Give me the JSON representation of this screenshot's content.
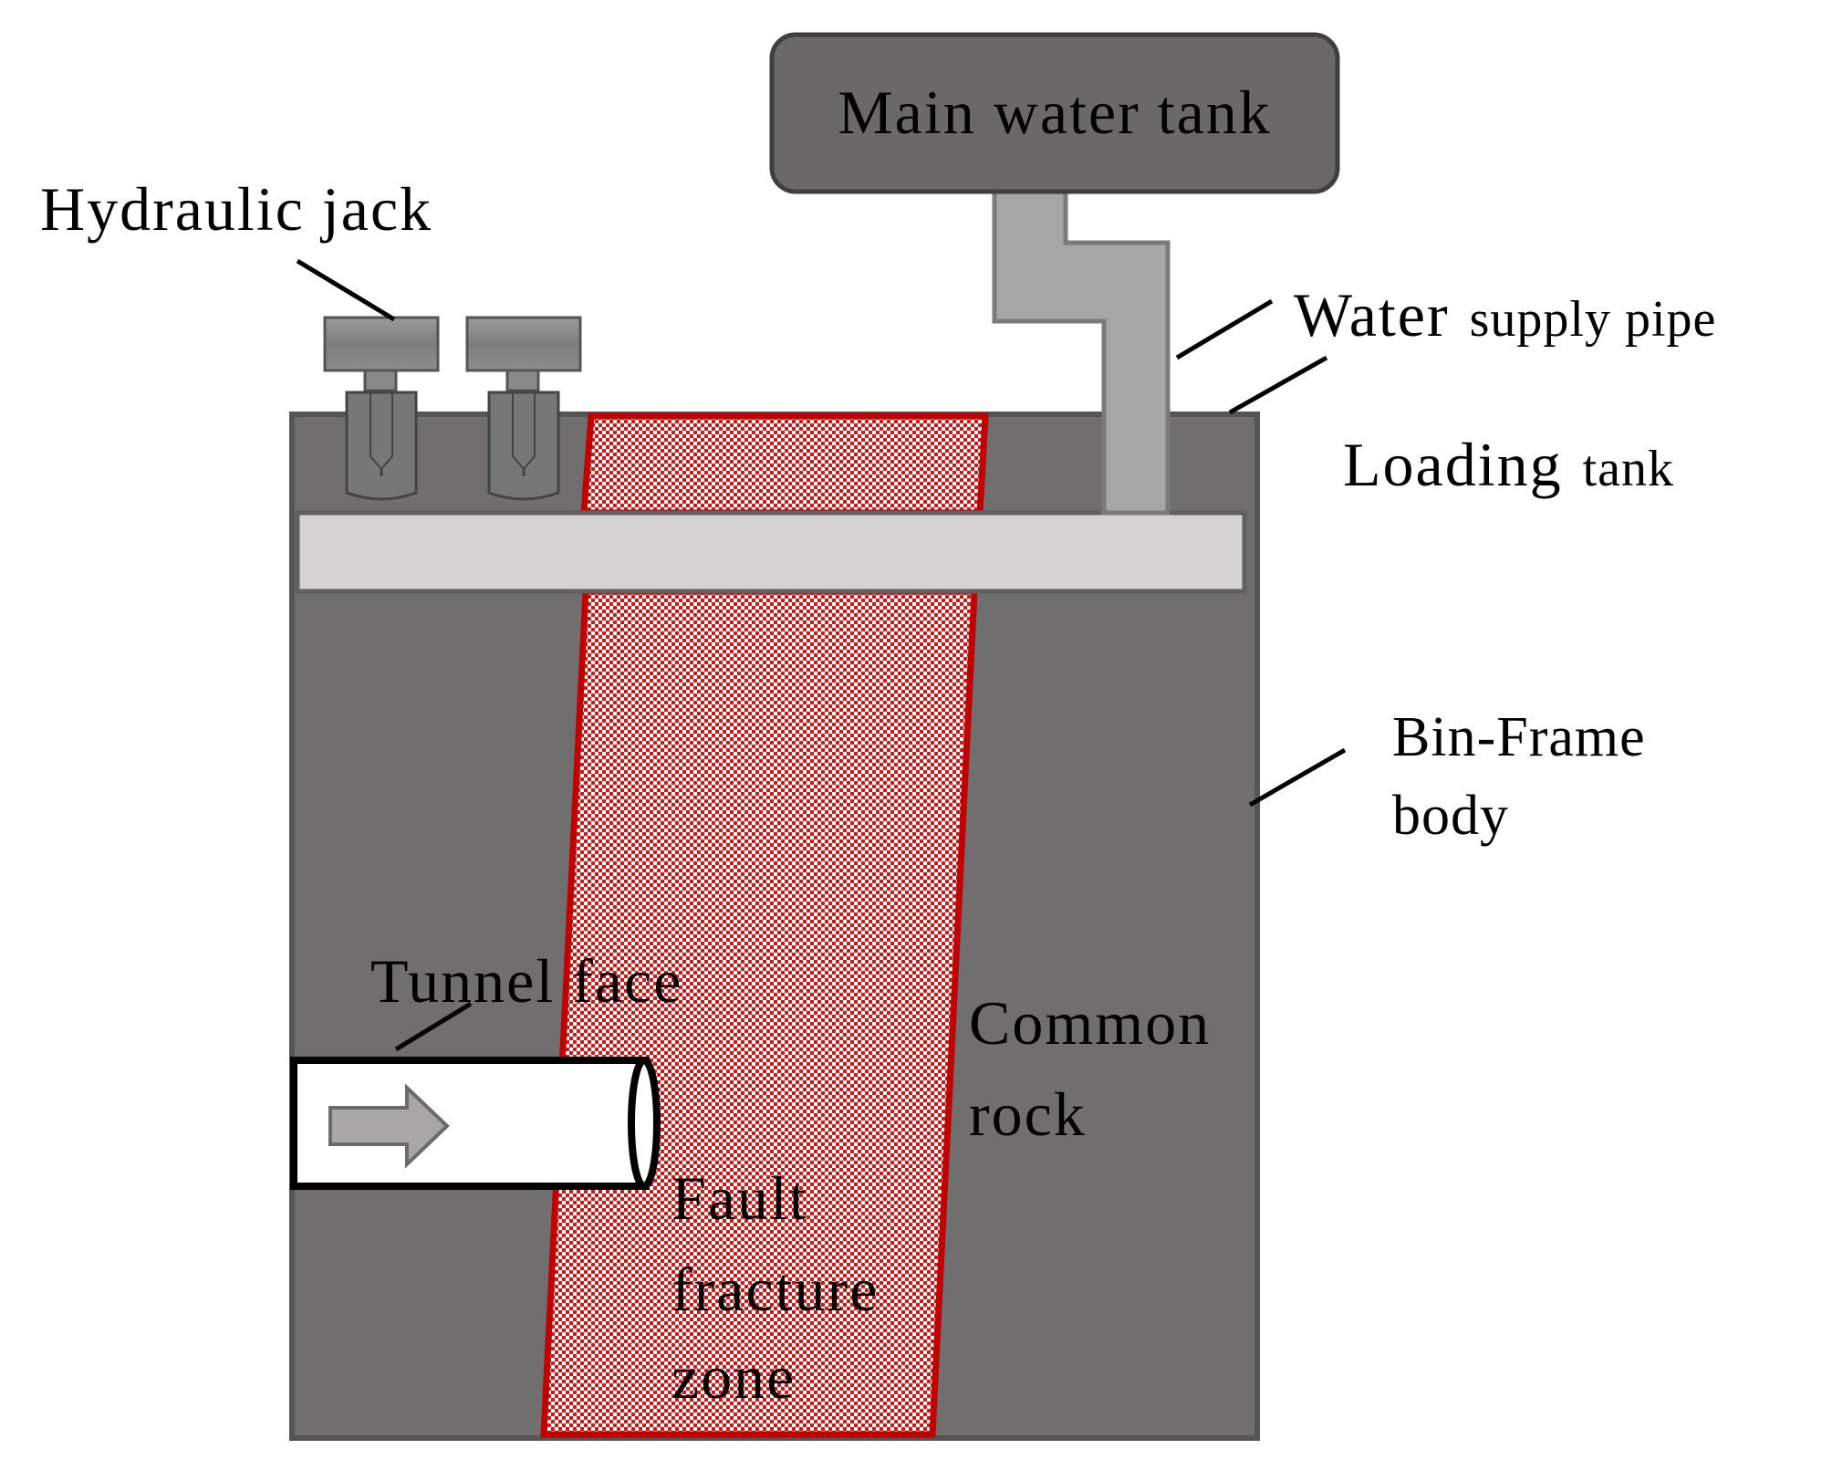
{
  "labels": {
    "main_water_tank": "Main water tank",
    "hydraulic_jack": "Hydraulic jack",
    "water_word": "Water",
    "supply_pipe_words": "supply pipe",
    "loading_word": "Loading",
    "tank_word": "tank",
    "bin_frame_line1": "Bin-Frame",
    "bin_frame_line2": "body",
    "tunnel_face": "Tunnel face",
    "common_rock_line1": "Common",
    "common_rock_line2": "rock",
    "fault_line1": "Fault",
    "fault_line2": "fracture",
    "fault_line3": "zone"
  },
  "colors": {
    "bin_body": "#706e6e",
    "loading_plate": "#d4d2d2",
    "main_tank": "#6a6868",
    "pipe": "#a6a6a6",
    "fault_zone_border": "#c00000",
    "fault_zone_fill": "#e8a0a0",
    "jack": "#8a8a8a",
    "tunnel": "#ffffff",
    "arrow": "#a8a6a6"
  },
  "icons": {
    "tunnel_arrow": "right-arrow-icon"
  }
}
